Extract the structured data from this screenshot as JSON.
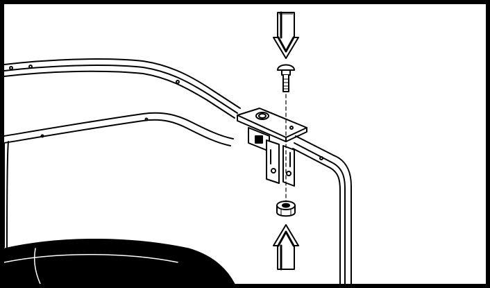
{
  "figure": {
    "kind": "assembly-illustration",
    "parts": [
      "tube-frame",
      "mounting-plate",
      "mounting-brackets",
      "carriage-bolt",
      "nut",
      "wheel"
    ],
    "arrows": [
      "down-arrow",
      "up-arrow"
    ],
    "colors": {
      "ink": "#000000",
      "paper": "#ffffff",
      "border": "#000000"
    }
  }
}
